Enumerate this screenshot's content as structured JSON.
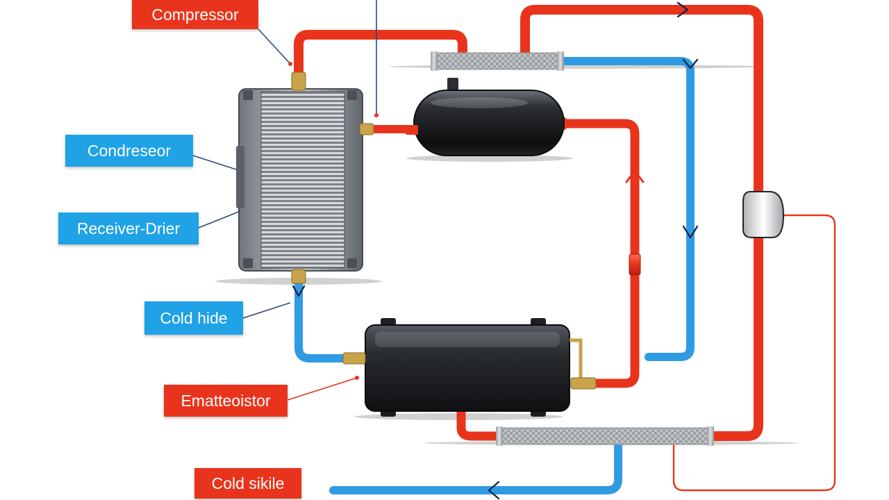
{
  "labels": {
    "compressor": "Compressor",
    "condenser": "Condreseor",
    "receiver_drier": "Receiver-Drier",
    "cold_side_blue": "Cold hide",
    "evaporator": "Ematteoistor",
    "cold_side_red": "Cold sikile"
  },
  "colors": {
    "hot_line": "#e8341c",
    "cold_line": "#2f9be3",
    "label_red": "#e8341c",
    "label_blue": "#1fa2e6",
    "pointer_line": "#2a4a7a"
  }
}
